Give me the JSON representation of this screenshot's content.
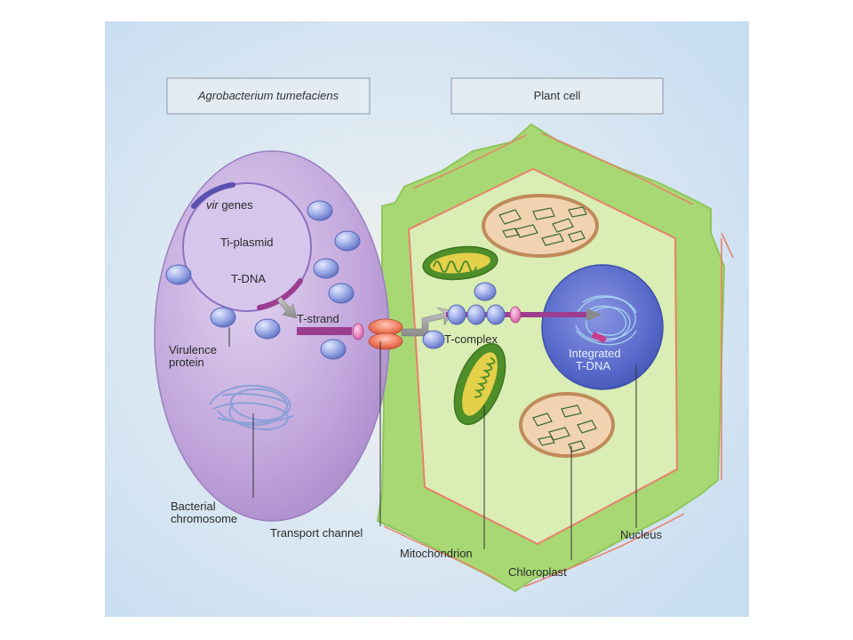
{
  "headers": {
    "bacterium": "Agrobacterium tumefaciens",
    "plant": "Plant cell"
  },
  "labels": {
    "vir_italic": "vir",
    "vir_rest": " genes",
    "ti_plasmid": "Ti-plasmid",
    "t_dna": "T-DNA",
    "t_strand": "T-strand",
    "t_complex": "T-complex",
    "virulence_1": "Virulence",
    "virulence_2": "protein",
    "bacterial_1": "Bacterial",
    "bacterial_2": "chromosome",
    "transport_channel": "Transport channel",
    "mitochondrion": "Mitochondrion",
    "chloroplast": "Chloroplast",
    "nucleus": "Nucleus",
    "integrated_1": "Integrated",
    "integrated_2": "T-DNA"
  },
  "colors": {
    "background": "#d4e6f5",
    "bacterium_fill": "#c3a8dd",
    "plant_wall": "#9fd46a",
    "cytoplasm": "#d9edb4",
    "membrane": "#e8806a",
    "protein": "#8f9fe0",
    "t_dna": "#9c3d8f",
    "nucleus": "#5c6fd0",
    "mitochondrion": "#4f8f2a",
    "chloroplast_edge": "#c08a5a"
  }
}
